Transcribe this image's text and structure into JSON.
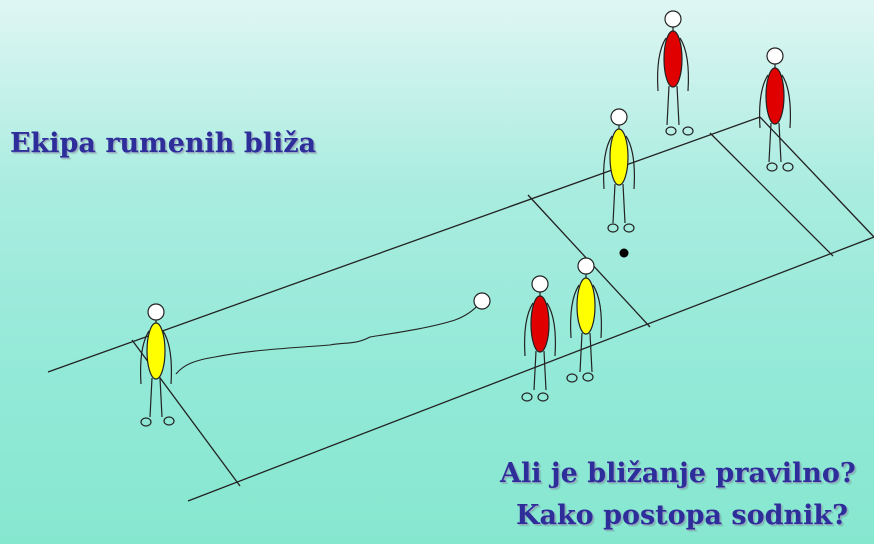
{
  "texts": {
    "title": "Ekipa rumenih bliža",
    "question_1": "Ali je bližanje pravilno?",
    "question_2": "Kako postopa sodnik?"
  },
  "colors": {
    "text": "#2e2e9a",
    "lines": "#222222",
    "yellow_team": "#ffff00",
    "red_team": "#e00000",
    "ball": "#ffffff",
    "jack": "#000000"
  },
  "figures": [
    {
      "team": "yellow",
      "role": "player-throwing"
    },
    {
      "team": "red",
      "role": "player"
    },
    {
      "team": "yellow",
      "role": "player"
    },
    {
      "team": "yellow",
      "role": "player"
    },
    {
      "team": "red",
      "role": "player"
    },
    {
      "team": "red",
      "role": "player"
    }
  ]
}
